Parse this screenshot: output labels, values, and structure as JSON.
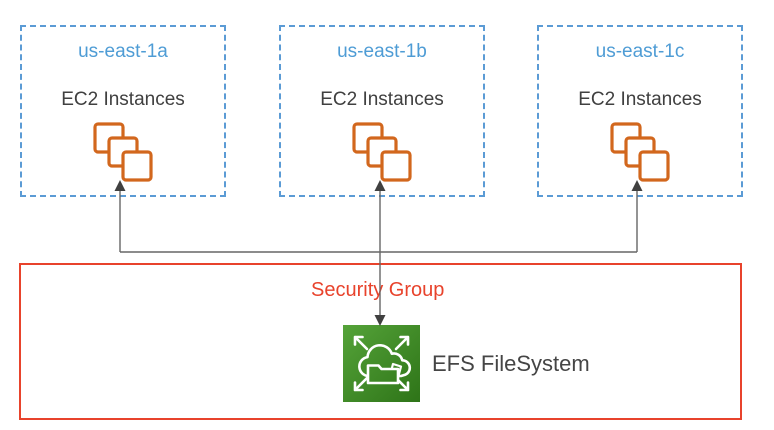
{
  "zones": [
    {
      "name": "us-east-1a",
      "label": "EC2 Instances",
      "icon": "ec2-instances-stack-icon"
    },
    {
      "name": "us-east-1b",
      "label": "EC2 Instances",
      "icon": "ec2-instances-stack-icon"
    },
    {
      "name": "us-east-1c",
      "label": "EC2 Instances",
      "icon": "ec2-instances-stack-icon"
    }
  ],
  "security_group": {
    "label": "Security Group"
  },
  "efs": {
    "label": "EFS FileSystem",
    "icon": "efs-filesystem-icon"
  },
  "colors": {
    "zone_border_blue": "#5B9BD5",
    "zone_title_blue": "#4E9CD5",
    "text_dark_gray": "#404040",
    "ec2_orange": "#D2671D",
    "security_group_red": "#E8432C",
    "efs_green_light": "#55A339",
    "efs_green_dark": "#2E7418",
    "connector_gray": "#666666",
    "arrowhead_gray": "#404040"
  }
}
